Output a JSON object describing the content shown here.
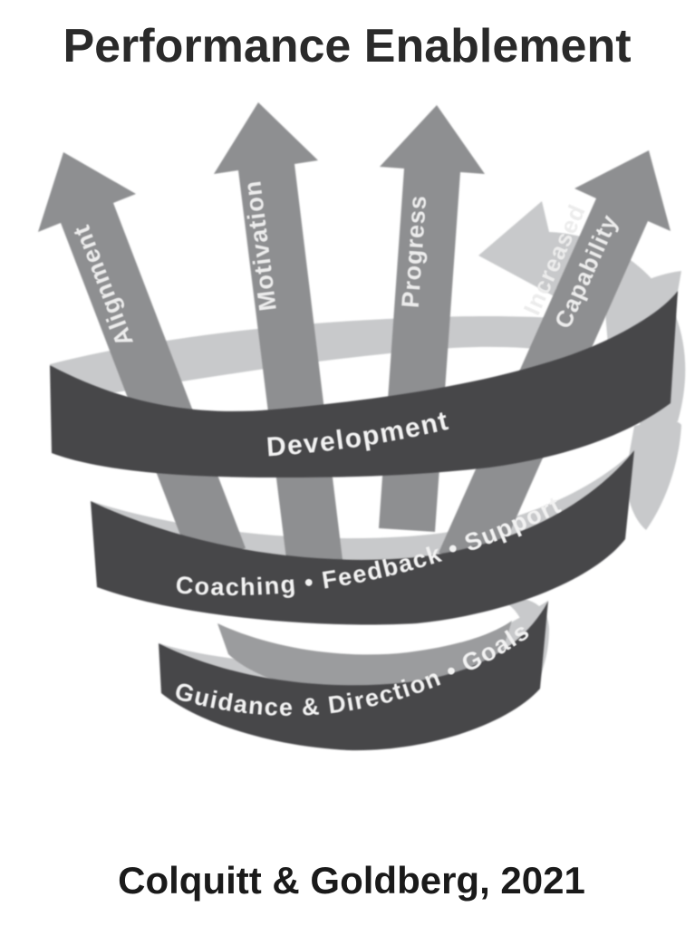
{
  "title": "Performance Enablement",
  "caption": "Colquitt & Goldberg, 2021",
  "diagram": {
    "arrows": [
      {
        "label": "Alignment"
      },
      {
        "label": "Motivation"
      },
      {
        "label": "Progress"
      },
      {
        "label": "Increased Capability",
        "line1": "Increased",
        "line2": "Capability"
      }
    ],
    "bands": [
      {
        "label": "Development"
      },
      {
        "label": "Coaching • Feedback • Support"
      },
      {
        "label": "Guidance & Direction • Goals"
      }
    ],
    "colors": {
      "band_dark": "#47474a",
      "arrow_gray": "#8e8f91",
      "spiral_light": "#c8c9cb",
      "cone_gray": "#9b9c9e",
      "title_color": "#2a2a2a",
      "band_text": "#f2f2f2"
    }
  }
}
